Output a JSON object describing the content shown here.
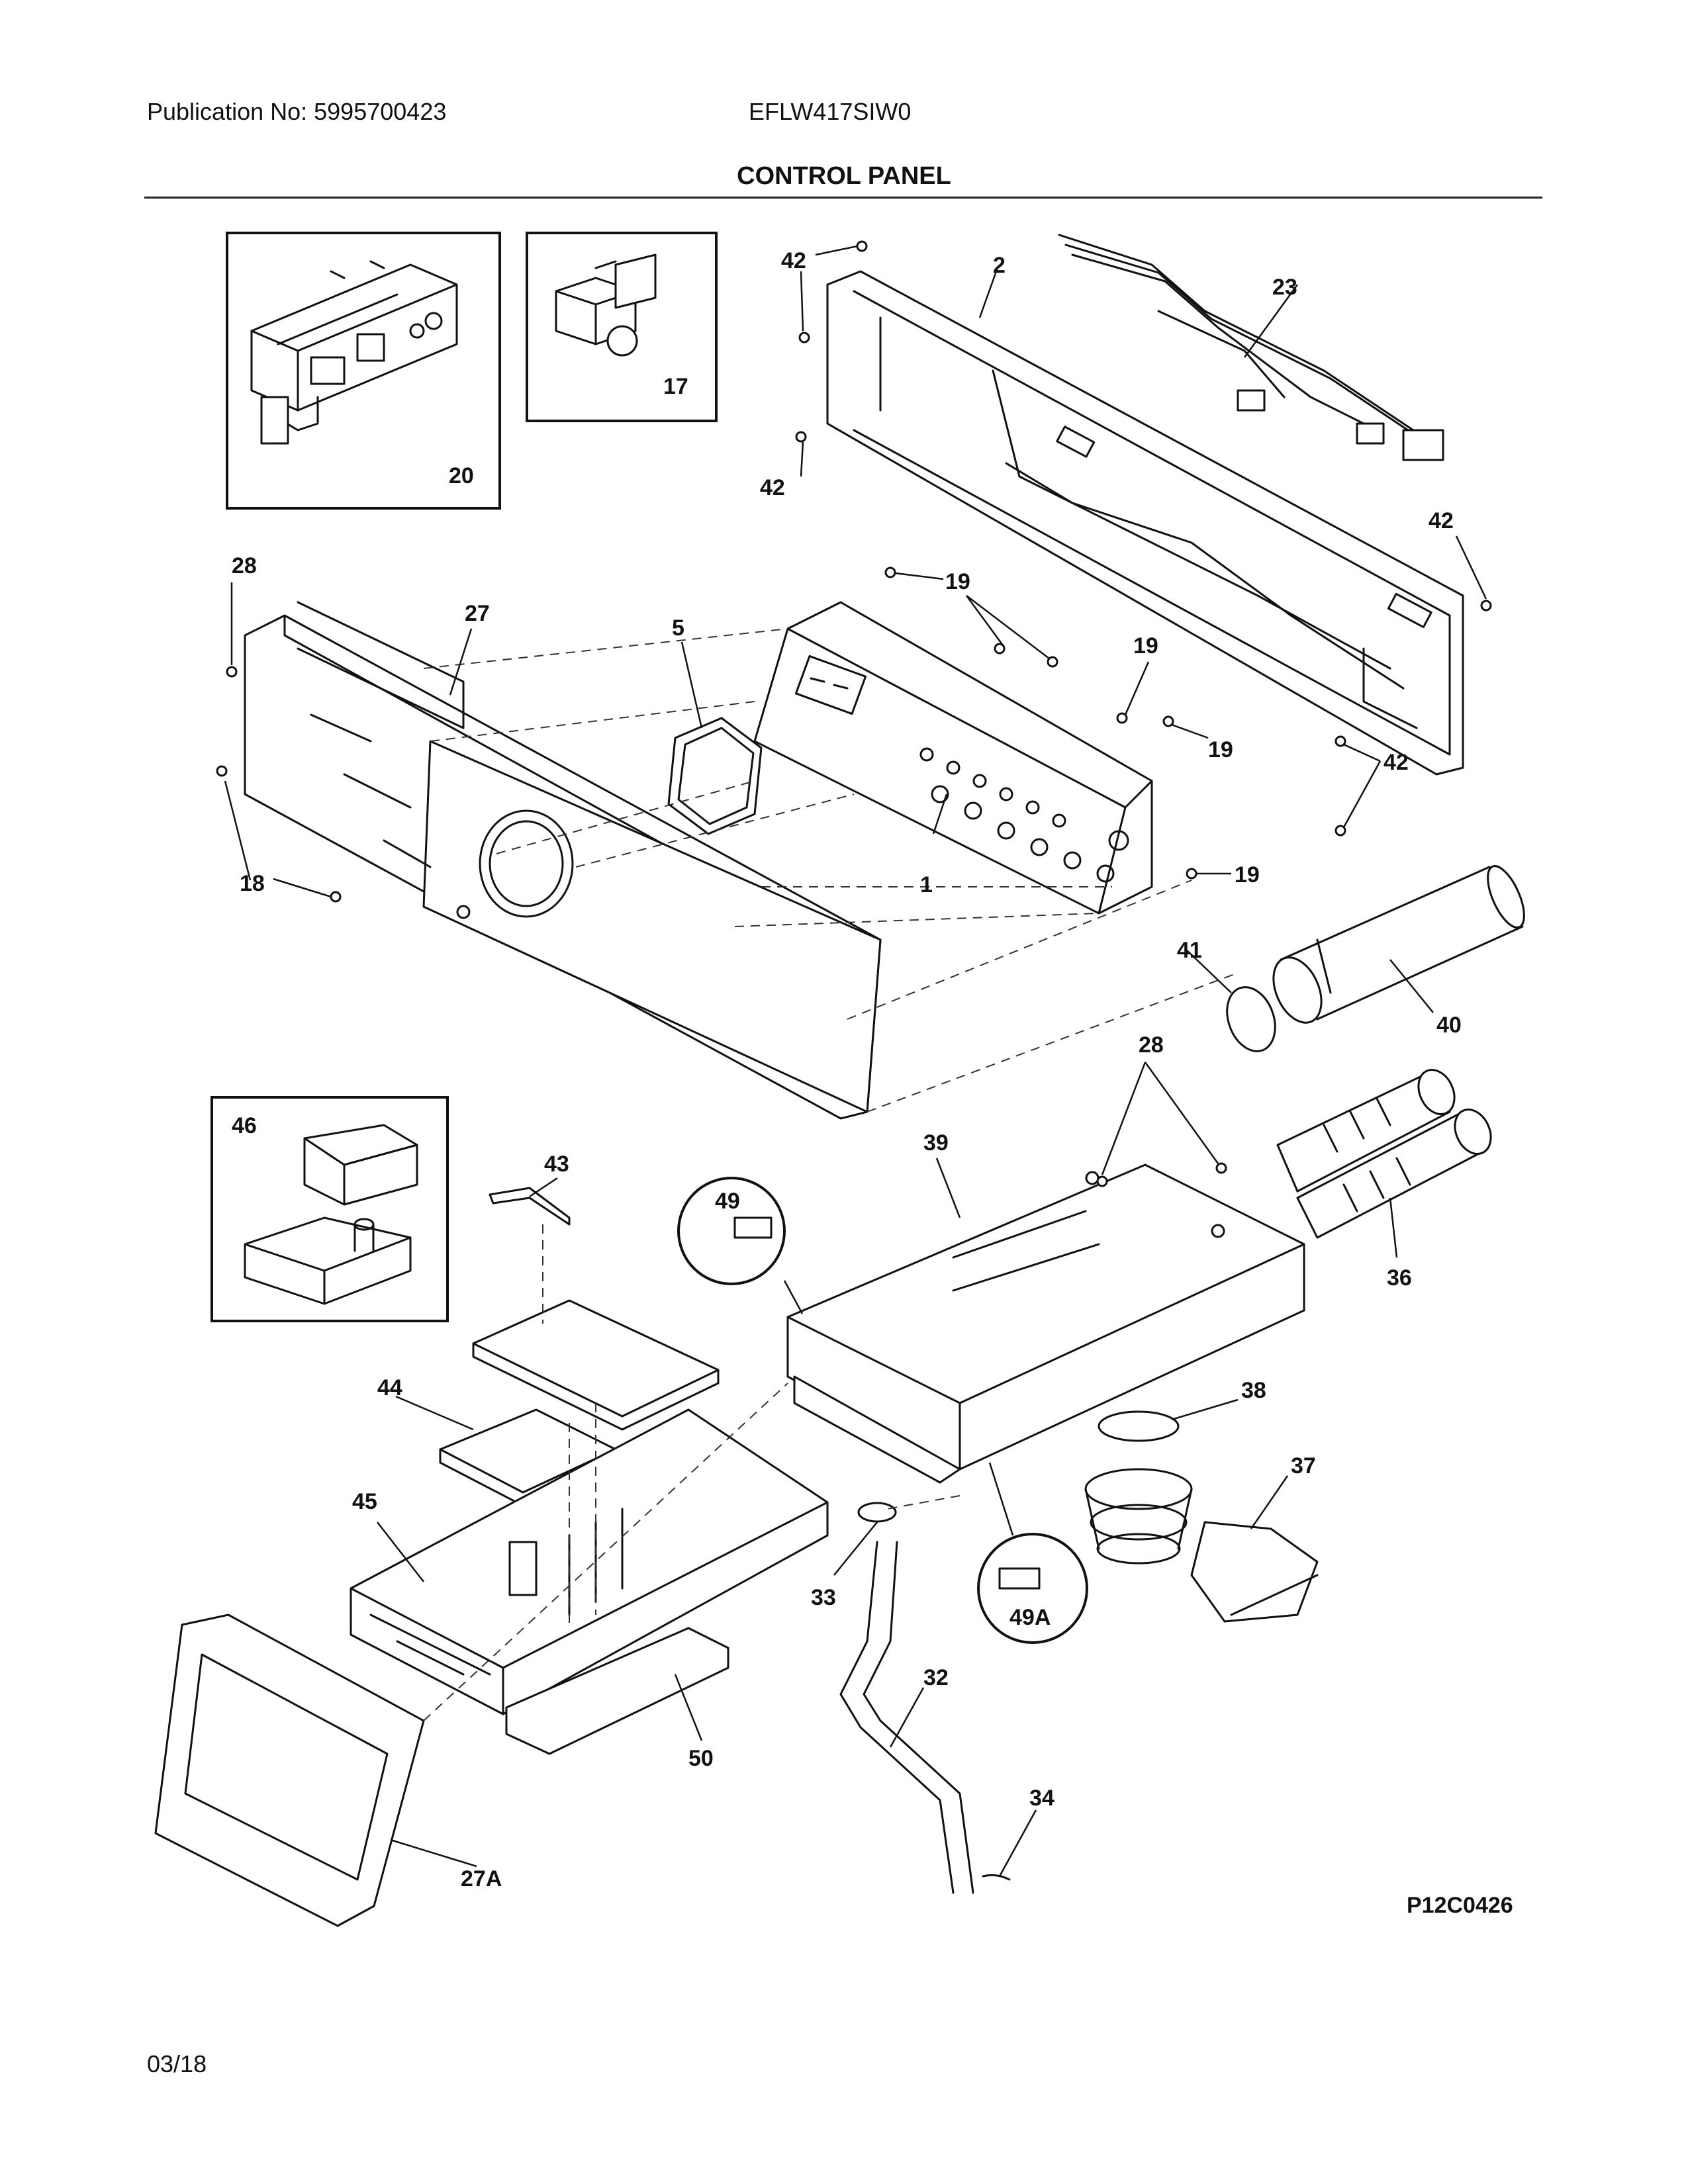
{
  "header": {
    "publication": "Publication No: 5995700423",
    "model": "EFLW417SIW0",
    "title": "CONTROL PANEL"
  },
  "drawing_code": "P12C0426",
  "footer_date": "03/18",
  "callouts": {
    "c1": "1",
    "c2": "2",
    "c5": "5",
    "c17": "17",
    "c18": "18",
    "c19a": "19",
    "c19b": "19",
    "c19c": "19",
    "c19d": "19",
    "c20": "20",
    "c23": "23",
    "c27": "27",
    "c27a": "27A",
    "c28a": "28",
    "c28b": "28",
    "c32": "32",
    "c33": "33",
    "c34": "34",
    "c36": "36",
    "c37": "37",
    "c38": "38",
    "c39": "39",
    "c40": "40",
    "c41": "41",
    "c42a": "42",
    "c42b": "42",
    "c42c": "42",
    "c42d": "42",
    "c43": "43",
    "c44": "44",
    "c45": "45",
    "c46": "46",
    "c49": "49",
    "c49a": "49A",
    "c50": "50"
  }
}
